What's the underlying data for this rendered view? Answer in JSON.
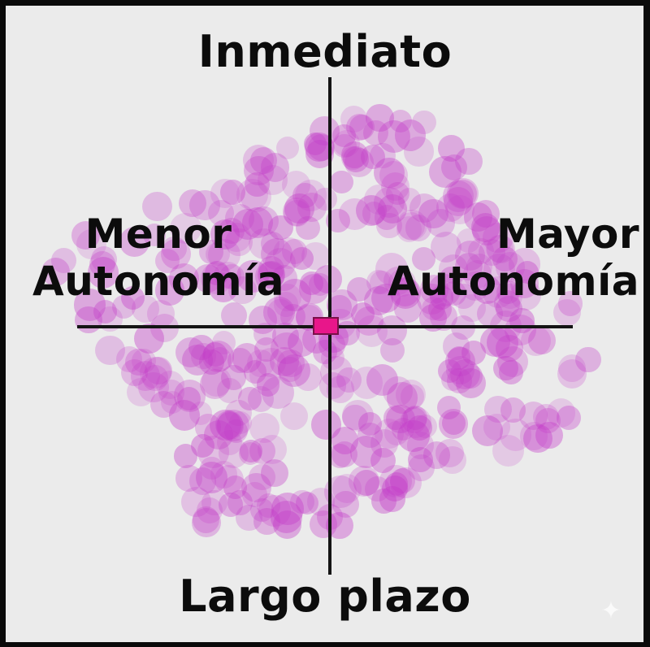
{
  "diagram": {
    "type": "quadrant-scatter",
    "labels": {
      "top": "Inmediato",
      "bottom": "Largo plazo",
      "left_line1": "Menor",
      "left_line2": "Autonomía",
      "right_line1": "Mayor",
      "right_line2": "Autonomía"
    },
    "center_marker_color": "#e8168a",
    "dot_color": "#c33cc8",
    "background_color": "#ebebeb",
    "watermark_icon": "sparkle-icon"
  },
  "chart_data": {
    "type": "scatter",
    "title": "",
    "xlabel_left": "Menor Autonomía",
    "xlabel_right": "Mayor Autonomía",
    "ylabel_top": "Inmediato",
    "ylabel_bottom": "Largo plazo",
    "xlim": [
      -1,
      1
    ],
    "ylim": [
      -1,
      1
    ],
    "grid": false,
    "center": [
      0,
      0
    ],
    "note": "Hundreds of translucent magenta circles distributed roughly uniformly across all four quadrants, clustered around the center, no numeric axes."
  }
}
